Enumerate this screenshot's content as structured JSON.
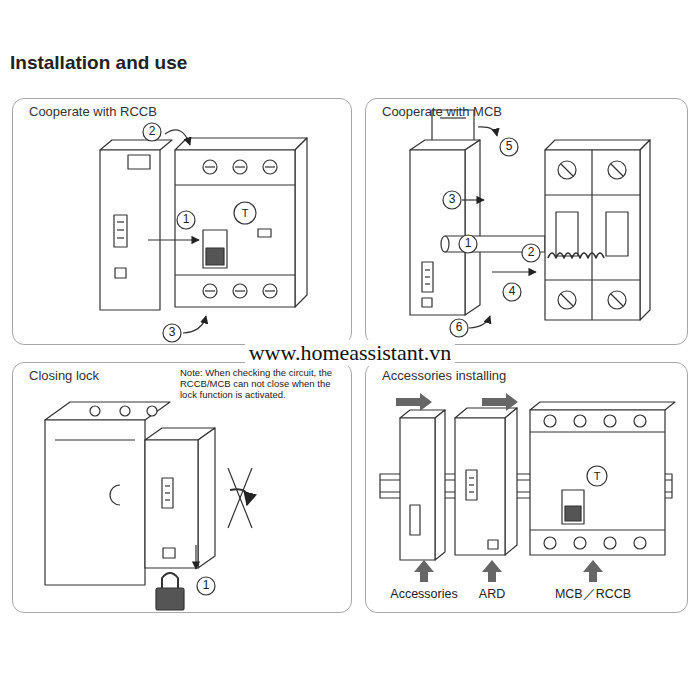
{
  "diagram": {
    "title": "Installation and use",
    "nodes": [
      {
        "text": [
          "Cooperate with RCCB"
        ]
      },
      {
        "text": [
          "Cooperate with MCB"
        ]
      },
      {
        "text": [
          "Closing lock"
        ]
      },
      {
        "text": [
          "Accessories installing"
        ]
      }
    ],
    "labels": [
      "2",
      "1",
      "3",
      "T",
      "5",
      "3",
      "1",
      "2",
      "4",
      "6",
      "Note: When checking the circuit, the RCCB/MCB can not close when the  lock function is activated.",
      "1",
      "Accessories",
      "ARD",
      "MCB／RCCB",
      "T",
      "www.homeassistant.vn"
    ]
  }
}
